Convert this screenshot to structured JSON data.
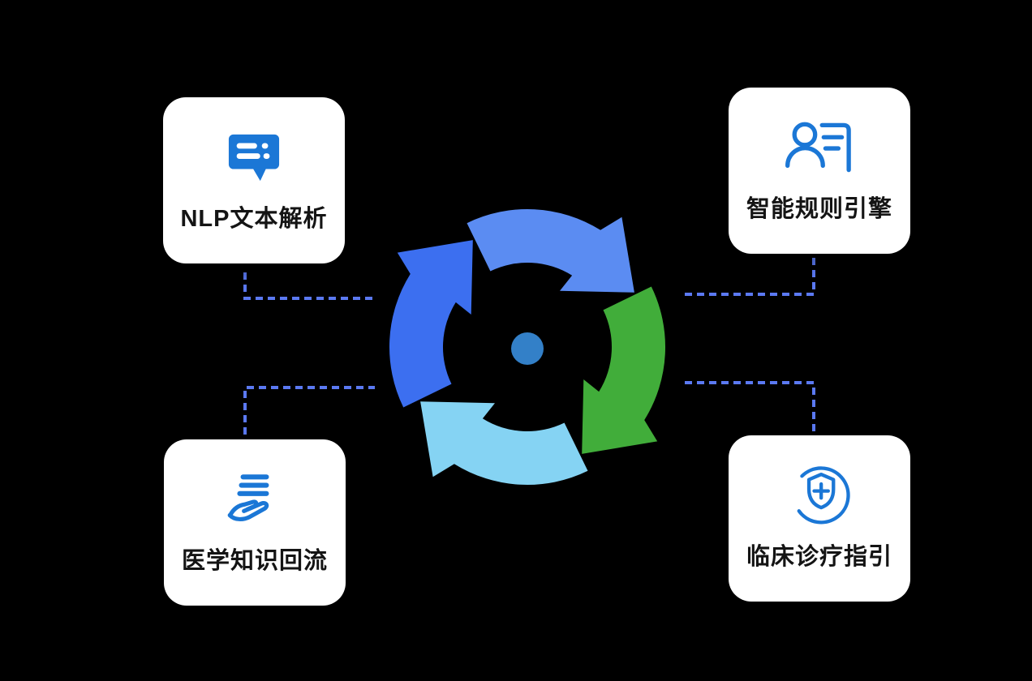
{
  "theme": {
    "page_bg": "#000000",
    "card_bg": "#ffffff",
    "label_color": "#141414",
    "icon_blue": "#1b77d6",
    "dash_blue": "#5b79f2",
    "arrow_top": "#5b8cf2",
    "arrow_right": "#41ad3a",
    "arrow_bottom": "#85d3f3",
    "arrow_left": "#3c6ff0",
    "hub_dot": "#3380c8"
  },
  "cards": [
    {
      "position": "top-left",
      "icon": "chat-message-icon",
      "label": "NLP文本解析"
    },
    {
      "position": "top-right",
      "icon": "person-rules-icon",
      "label": "智能规则引擎"
    },
    {
      "position": "bottom-left",
      "icon": "hand-knowledge-icon",
      "label": "医学知识回流"
    },
    {
      "position": "bottom-right",
      "icon": "shield-medical-icon",
      "label": "临床诊疗指引"
    }
  ],
  "center": {
    "type": "cycle-arrows",
    "arrow_count": 4,
    "direction": "clockwise"
  },
  "connectors": {
    "style": "dashed",
    "count": 4
  }
}
